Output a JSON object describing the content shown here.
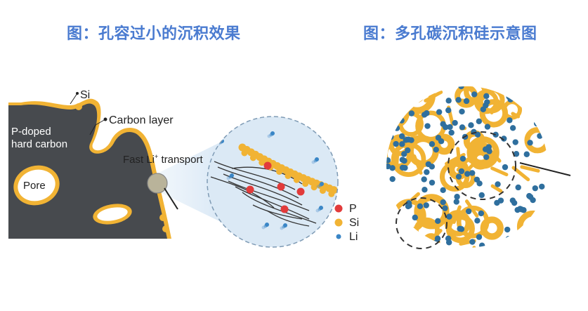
{
  "titles": {
    "left": "图：孔容过小的沉积效果",
    "right": "图：多孔碳沉积硅示意图"
  },
  "labels": {
    "si": "Si",
    "carbon_layer": "Carbon layer",
    "p_doped_line1": "P-doped",
    "p_doped_line2": "hard carbon",
    "pore": "Pore",
    "fast_li": "Fast Li",
    "fast_li_sup": "+",
    "fast_li_rest": " transport"
  },
  "legend": [
    {
      "symbol": "P",
      "color": "#e23b3b"
    },
    {
      "symbol": "Si",
      "color": "#f1b334"
    },
    {
      "symbol": "Li",
      "color": "#3a86c6"
    }
  ],
  "colors": {
    "carbon": "#474a4e",
    "silicon": "#f1b334",
    "phosphorus": "#e23b3b",
    "lithium": "#3a86c6",
    "title": "#4a7bd0",
    "zoom_bg": "#dbe9f5"
  }
}
